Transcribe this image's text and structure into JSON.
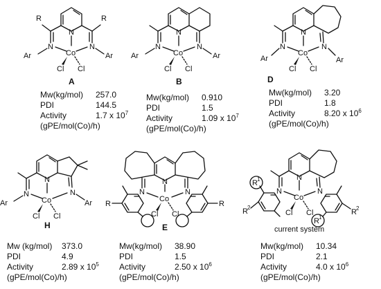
{
  "panels": [
    {
      "label": "A",
      "mw_label": "Mw(kg/mol)",
      "mw": "257.0",
      "pdi_label": "PDI",
      "pdi": "144.5",
      "activity_label": "Activity",
      "activity_base": "1.7 x 10",
      "activity_exp": "7",
      "unit": "(gPE/mol(Co)/h)",
      "atoms": {
        "R": "R",
        "N": "N",
        "Co": "Co",
        "Cl": "Cl",
        "Ar": "Ar"
      }
    },
    {
      "label": "B",
      "mw_label": "Mw(kg/mol)",
      "mw": "0.910",
      "pdi_label": "PDI",
      "pdi": "1.5",
      "activity_label": "Activity",
      "activity_base": "1.09 x 10",
      "activity_exp": "7",
      "unit": "(gPE/mol(Co)/h)",
      "atoms": {
        "N": "N",
        "Co": "Co",
        "Cl": "Cl",
        "Ar": "Ar"
      }
    },
    {
      "label": "D",
      "mw_label": "Mw(kg/mol)",
      "mw": "3.20",
      "pdi_label": "PDI",
      "pdi": "1.8",
      "activity_label": "Activity",
      "activity_base": "8.20 x 10",
      "activity_exp": "6",
      "unit": "(gPE/mol(Co)/h)",
      "atoms": {
        "N": "N",
        "Co": "Co",
        "Cl": "Cl",
        "Ar": "Ar"
      }
    },
    {
      "label": "H",
      "mw_label": "Mw (kg/mol)",
      "mw": "373.0",
      "pdi_label": "PDI",
      "pdi": "4.9",
      "activity_label": "Activity",
      "activity_base": "2.89 x 10",
      "activity_exp": "5",
      "unit": "(gPE/mol(Co)/h)",
      "atoms": {
        "N": "N",
        "Co": "Co",
        "Cl": "Cl",
        "Ar": "Ar"
      }
    },
    {
      "label": "E",
      "mw_label": "Mw(kg/mol)",
      "mw": "38.90",
      "pdi_label": "PDI",
      "pdi": "1.5",
      "activity_label": "Activity",
      "activity_base": "2.50 x 10",
      "activity_exp": "6",
      "unit": "(gPE/mol(Co)/h)",
      "atoms": {
        "N": "N",
        "Co": "Co",
        "Cl": "Cl",
        "R": "R"
      }
    },
    {
      "label": "current system",
      "mw_label": "Mw(kg/mol)",
      "mw": "10.34",
      "pdi_label": "PDI",
      "pdi": "2.1",
      "activity_label": "Activity",
      "activity_base": "4.0 x 10",
      "activity_exp": "6",
      "unit": "(gPE/mol(Co)/h)",
      "atoms": {
        "N": "N",
        "Co": "Co",
        "Cl": "Cl",
        "R1": "R",
        "R1_sup": "1",
        "R2": "R",
        "R2_sup": "2"
      }
    }
  ]
}
